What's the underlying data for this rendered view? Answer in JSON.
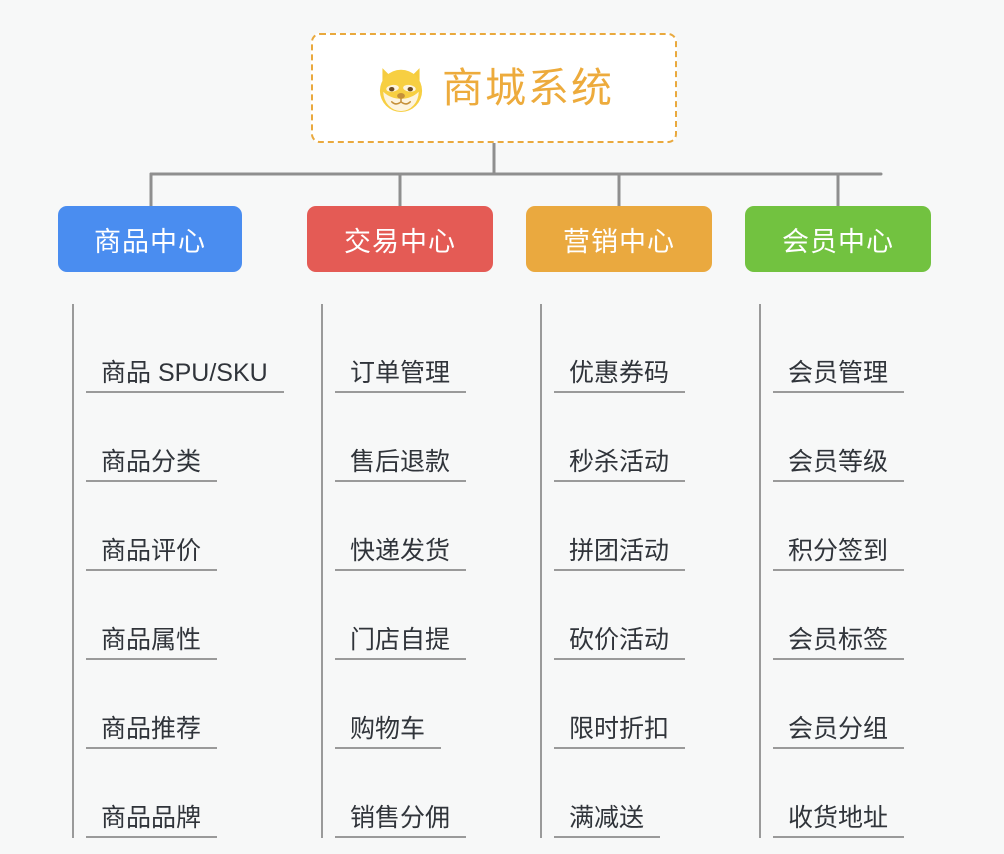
{
  "page": {
    "background_color": "#f7f8f8",
    "type": "org-chart-mindmap"
  },
  "root": {
    "title": "商城系统",
    "icon": "dog-face-icon",
    "text_color": "#edab3c",
    "border_color": "#e9a93e",
    "background_color": "#ffffff"
  },
  "connector": {
    "color": "#8f8f8f"
  },
  "branches": [
    {
      "label": "商品中心",
      "color": "#4a8df0",
      "text_color": "#ffffff",
      "leaves": [
        {
          "label": "商品 SPU/SKU"
        },
        {
          "label": "商品分类"
        },
        {
          "label": "商品评价"
        },
        {
          "label": "商品属性"
        },
        {
          "label": "商品推荐"
        },
        {
          "label": "商品品牌"
        }
      ]
    },
    {
      "label": "交易中心",
      "color": "#e45b55",
      "text_color": "#ffffff",
      "leaves": [
        {
          "label": "订单管理"
        },
        {
          "label": "售后退款"
        },
        {
          "label": "快递发货"
        },
        {
          "label": "门店自提"
        },
        {
          "label": "购物车"
        },
        {
          "label": "销售分佣"
        }
      ]
    },
    {
      "label": "营销中心",
      "color": "#eaa93f",
      "text_color": "#ffffff",
      "leaves": [
        {
          "label": "优惠券码"
        },
        {
          "label": "秒杀活动"
        },
        {
          "label": "拼团活动"
        },
        {
          "label": "砍价活动"
        },
        {
          "label": "限时折扣"
        },
        {
          "label": "满减送"
        }
      ]
    },
    {
      "label": "会员中心",
      "color": "#72c240",
      "text_color": "#ffffff",
      "leaves": [
        {
          "label": "会员管理"
        },
        {
          "label": "会员等级"
        },
        {
          "label": "积分签到"
        },
        {
          "label": "会员标签"
        },
        {
          "label": "会员分组"
        },
        {
          "label": "收货地址"
        }
      ]
    }
  ]
}
